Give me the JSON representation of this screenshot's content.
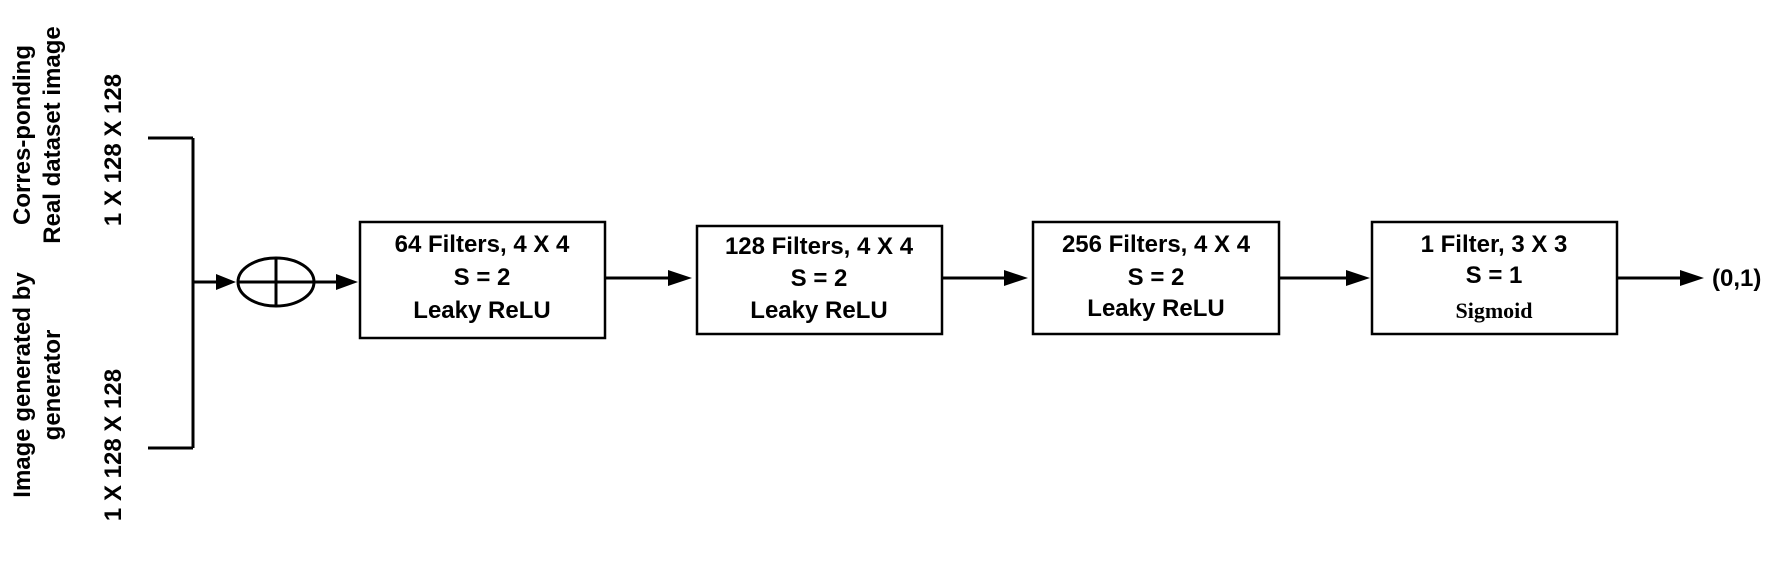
{
  "inputs": {
    "real": {
      "label_line1": "Corres-ponding",
      "label_line2": "Real dataset image",
      "dims": "1 X 128 X 128"
    },
    "generated": {
      "label_line1": "Image generated by",
      "label_line2": "generator",
      "dims": "1 X 128 X 128"
    }
  },
  "blocks": [
    {
      "line1": "64 Filters, 4 X 4",
      "line2": "S = 2",
      "line3": "Leaky ReLU"
    },
    {
      "line1": "128 Filters, 4 X 4",
      "line2": "S = 2",
      "line3": "Leaky ReLU"
    },
    {
      "line1": "256 Filters, 4 X 4",
      "line2": "S = 2",
      "line3": "Leaky ReLU"
    },
    {
      "line1": "1 Filter, 3 X 3",
      "line2": "S = 1",
      "line3": "Sigmoid"
    }
  ],
  "output": {
    "label": "(0,1)"
  }
}
